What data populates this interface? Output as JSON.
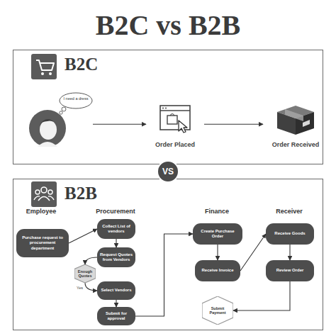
{
  "diagram": {
    "title": "B2C vs B2B",
    "nodes": [
      {
        "text": [
          "B2C"
        ]
      },
      {
        "text": [
          "I need a dress"
        ],
        "in": 0
      },
      {
        "text": [
          "Order Placed"
        ],
        "in": 0
      },
      {
        "text": [
          "Order Received"
        ],
        "in": 0
      },
      {
        "text": [
          "VS"
        ]
      },
      {
        "text": [
          "B2B"
        ]
      },
      {
        "text": [
          "Purchase request to procurement department"
        ],
        "in": 5
      },
      {
        "text": [
          "Collect List of vendors"
        ],
        "in": 5
      },
      {
        "text": [
          "Request Quotes from Vendors"
        ],
        "in": 5
      },
      {
        "text": [
          "Enough Quotes"
        ],
        "in": 5
      },
      {
        "text": [
          "Select Vendors"
        ],
        "in": 5
      },
      {
        "text": [
          "Submit for approval"
        ],
        "in": 5
      },
      {
        "text": [
          "Create Purchase Order"
        ],
        "in": 5
      },
      {
        "text": [
          "Receive Invoice"
        ],
        "in": 5
      },
      {
        "text": [
          "Receive Goods"
        ],
        "in": 5
      },
      {
        "text": [
          "Review Order"
        ],
        "in": 5
      },
      {
        "text": [
          "Submit Payment"
        ],
        "in": 5
      }
    ],
    "edges": [
      {
        "from": 1,
        "to": 2,
        "arrow": "to"
      },
      {
        "from": 2,
        "to": 3,
        "arrow": "to"
      },
      {
        "from": 6,
        "to": 7,
        "arrow": "to"
      },
      {
        "from": 7,
        "to": 8,
        "arrow": "to"
      },
      {
        "from": 8,
        "to": 9,
        "arrow": "to"
      },
      {
        "from": 9,
        "to": 10,
        "label": "Yes",
        "arrow": "to"
      },
      {
        "from": 10,
        "to": 11,
        "arrow": "to"
      },
      {
        "from": 11,
        "to": 12,
        "arrow": "to"
      },
      {
        "from": 12,
        "to": 13,
        "arrow": "to"
      },
      {
        "from": 13,
        "to": 14,
        "arrow": "to"
      },
      {
        "from": 14,
        "to": 15,
        "arrow": "to"
      },
      {
        "from": 15,
        "to": 16,
        "arrow": "to"
      }
    ],
    "labels": [
      "Employee",
      "Procurement",
      "Finance",
      "Receiver"
    ]
  }
}
